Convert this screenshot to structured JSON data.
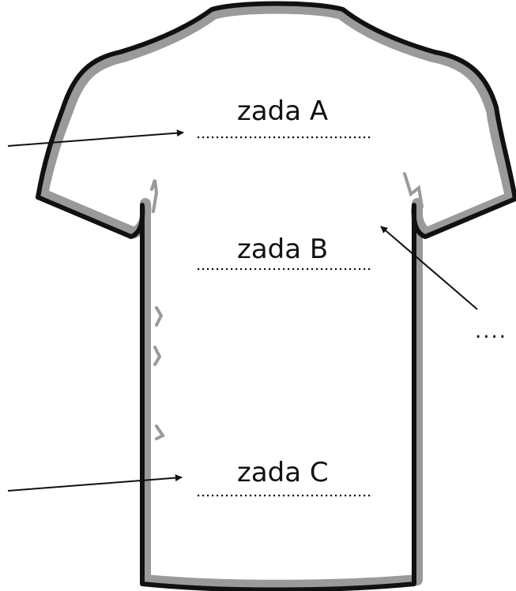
{
  "diagram": {
    "labels": {
      "zone_a": "zada A",
      "zone_b": "zada B",
      "zone_c": "zada C",
      "side_blank": "...."
    },
    "colors": {
      "outline": "#111111",
      "shadow": "#9a9a9a",
      "shirt_fill": "#ffffff",
      "text": "#111111"
    }
  }
}
